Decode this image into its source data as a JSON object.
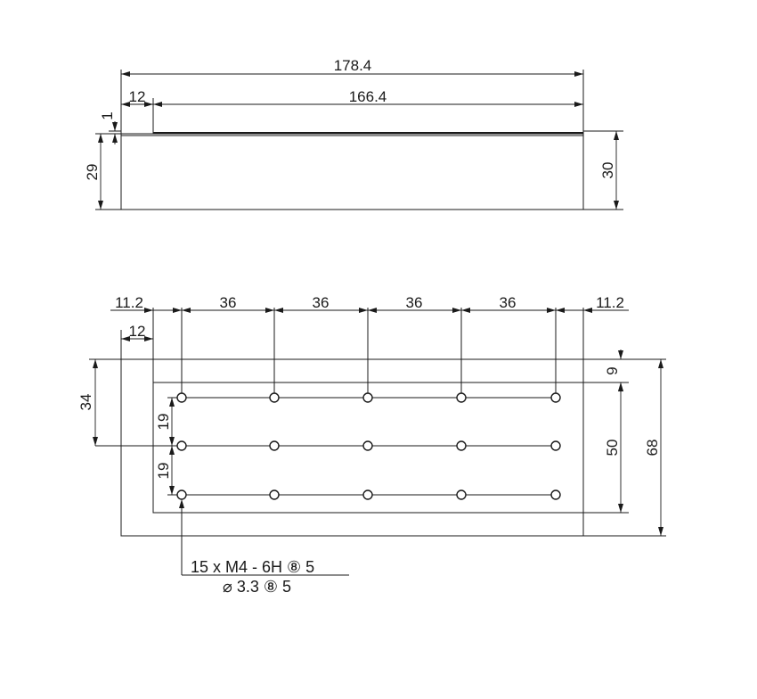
{
  "top_view": {
    "overall_length": "178.4",
    "inset_offset": "12",
    "inset_length": "166.4",
    "step_height": "1",
    "left_height": "29",
    "right_height": "30"
  },
  "bottom_view": {
    "left_margin": "11.2",
    "pitch_1": "36",
    "pitch_2": "36",
    "pitch_3": "36",
    "pitch_4": "36",
    "right_margin": "11.2",
    "inset_offset": "12",
    "center_height": "34",
    "row_pitch_1": "19",
    "row_pitch_2": "19",
    "top_offset": "9",
    "inner_height": "50",
    "overall_height": "68"
  },
  "callout": {
    "thread_spec": "15 x  M4 - 6H ⑧ 5",
    "drill_spec": "⌀ 3.3 ⑧ 5"
  }
}
